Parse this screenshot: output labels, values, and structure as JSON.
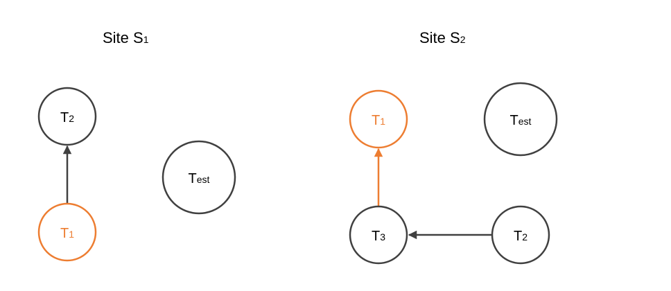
{
  "colors": {
    "default": "#404040",
    "highlight": "#ED7D31",
    "text": "#000000"
  },
  "sites": [
    {
      "title": {
        "main": "Site S",
        "sub": "1"
      },
      "nodes": [
        {
          "id": "s1-t2",
          "main": "T",
          "sub": "2",
          "highlight": false
        },
        {
          "id": "s1-t1",
          "main": "T",
          "sub": "1",
          "highlight": true
        },
        {
          "id": "s1-test",
          "main": "T",
          "sub": "est",
          "highlight": false
        }
      ],
      "edges": [
        {
          "from": "T1",
          "to": "T2",
          "highlight": false
        }
      ]
    },
    {
      "title": {
        "main": "Site S",
        "sub": "2"
      },
      "nodes": [
        {
          "id": "s2-t1",
          "main": "T",
          "sub": "1",
          "highlight": true
        },
        {
          "id": "s2-test",
          "main": "T",
          "sub": "est",
          "highlight": false
        },
        {
          "id": "s2-t3",
          "main": "T",
          "sub": "3",
          "highlight": false
        },
        {
          "id": "s2-t2",
          "main": "T",
          "sub": "2",
          "highlight": false
        }
      ],
      "edges": [
        {
          "from": "T3",
          "to": "T1",
          "highlight": true
        },
        {
          "from": "T2",
          "to": "T3",
          "highlight": false
        }
      ]
    }
  ]
}
